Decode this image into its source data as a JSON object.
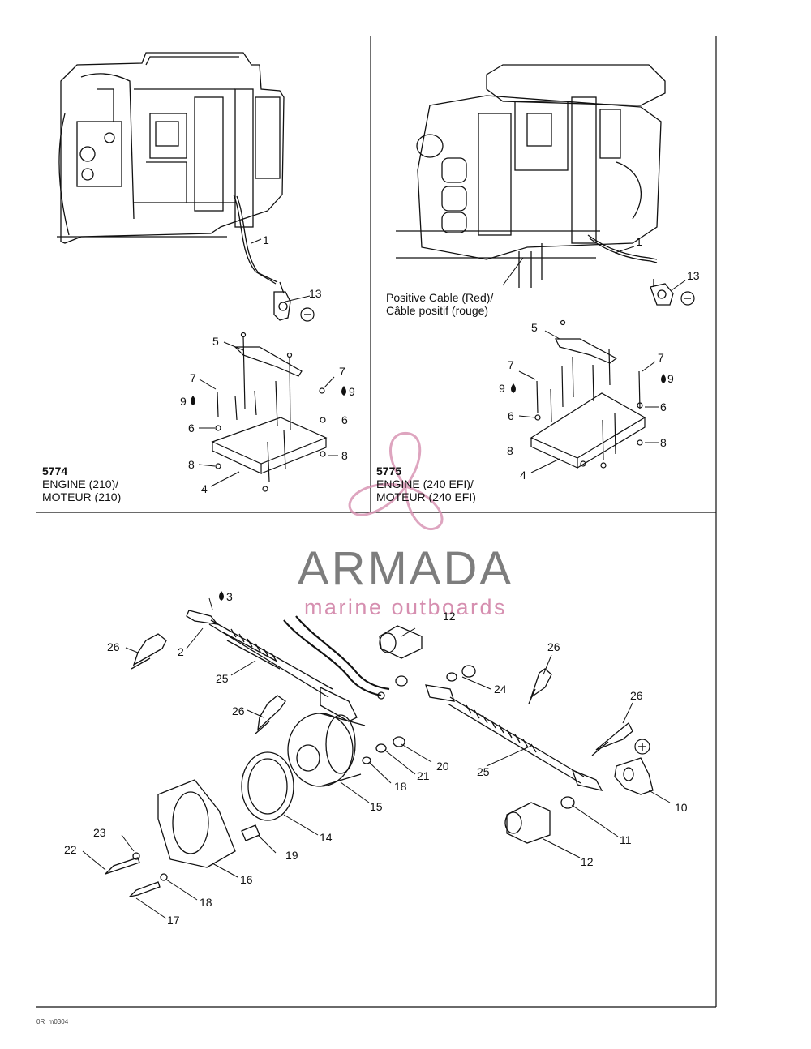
{
  "figures": {
    "left_engine": {
      "code": "5774",
      "line1": "ENGINE (210)/",
      "line2": "MOTEUR (210)"
    },
    "right_engine": {
      "code": "5775",
      "line1": "ENGINE (240 EFI)/",
      "line2": "MOTEUR (240 EFI)",
      "cable_note_1": "Positive Cable (Red)/",
      "cable_note_2": "Câble positif (rouge)"
    }
  },
  "watermark": {
    "name": "ARMADA",
    "tagline": "marine outboards",
    "colors": {
      "name": "#7d7d7d",
      "tagline": "#d68fb0"
    }
  },
  "callouts": {
    "tl": {
      "c1": "1",
      "c13": "13",
      "c5": "5",
      "c7a": "7",
      "c7b": "7",
      "c9a": "9",
      "c9b": "9",
      "c6a": "6",
      "c6b": "6",
      "c8a": "8",
      "c8b": "8",
      "c4": "4"
    },
    "tr": {
      "c1": "1",
      "c13": "13",
      "c5": "5",
      "c7a": "7",
      "c7b": "7",
      "c9a": "9",
      "c9b": "9",
      "c6a": "6",
      "c6b": "6",
      "c8a": "8",
      "c8b": "8",
      "c4": "4"
    },
    "bottom": {
      "c3": "3",
      "c26a": "26",
      "c2": "2",
      "c25a": "25",
      "c12a": "12",
      "c26b": "26",
      "c24": "24",
      "c26c": "26",
      "c26d": "26",
      "c20": "20",
      "c21": "21",
      "c25b": "25",
      "c18a": "18",
      "c15": "15",
      "c10": "10",
      "c14": "14",
      "c11": "11",
      "c23": "23",
      "c22": "22",
      "c19": "19",
      "c12b": "12",
      "c16": "16",
      "c18b": "18",
      "c17": "17"
    }
  },
  "symbols": {
    "positive": "+",
    "negative": "−"
  },
  "footer_code": "0R_m0304"
}
